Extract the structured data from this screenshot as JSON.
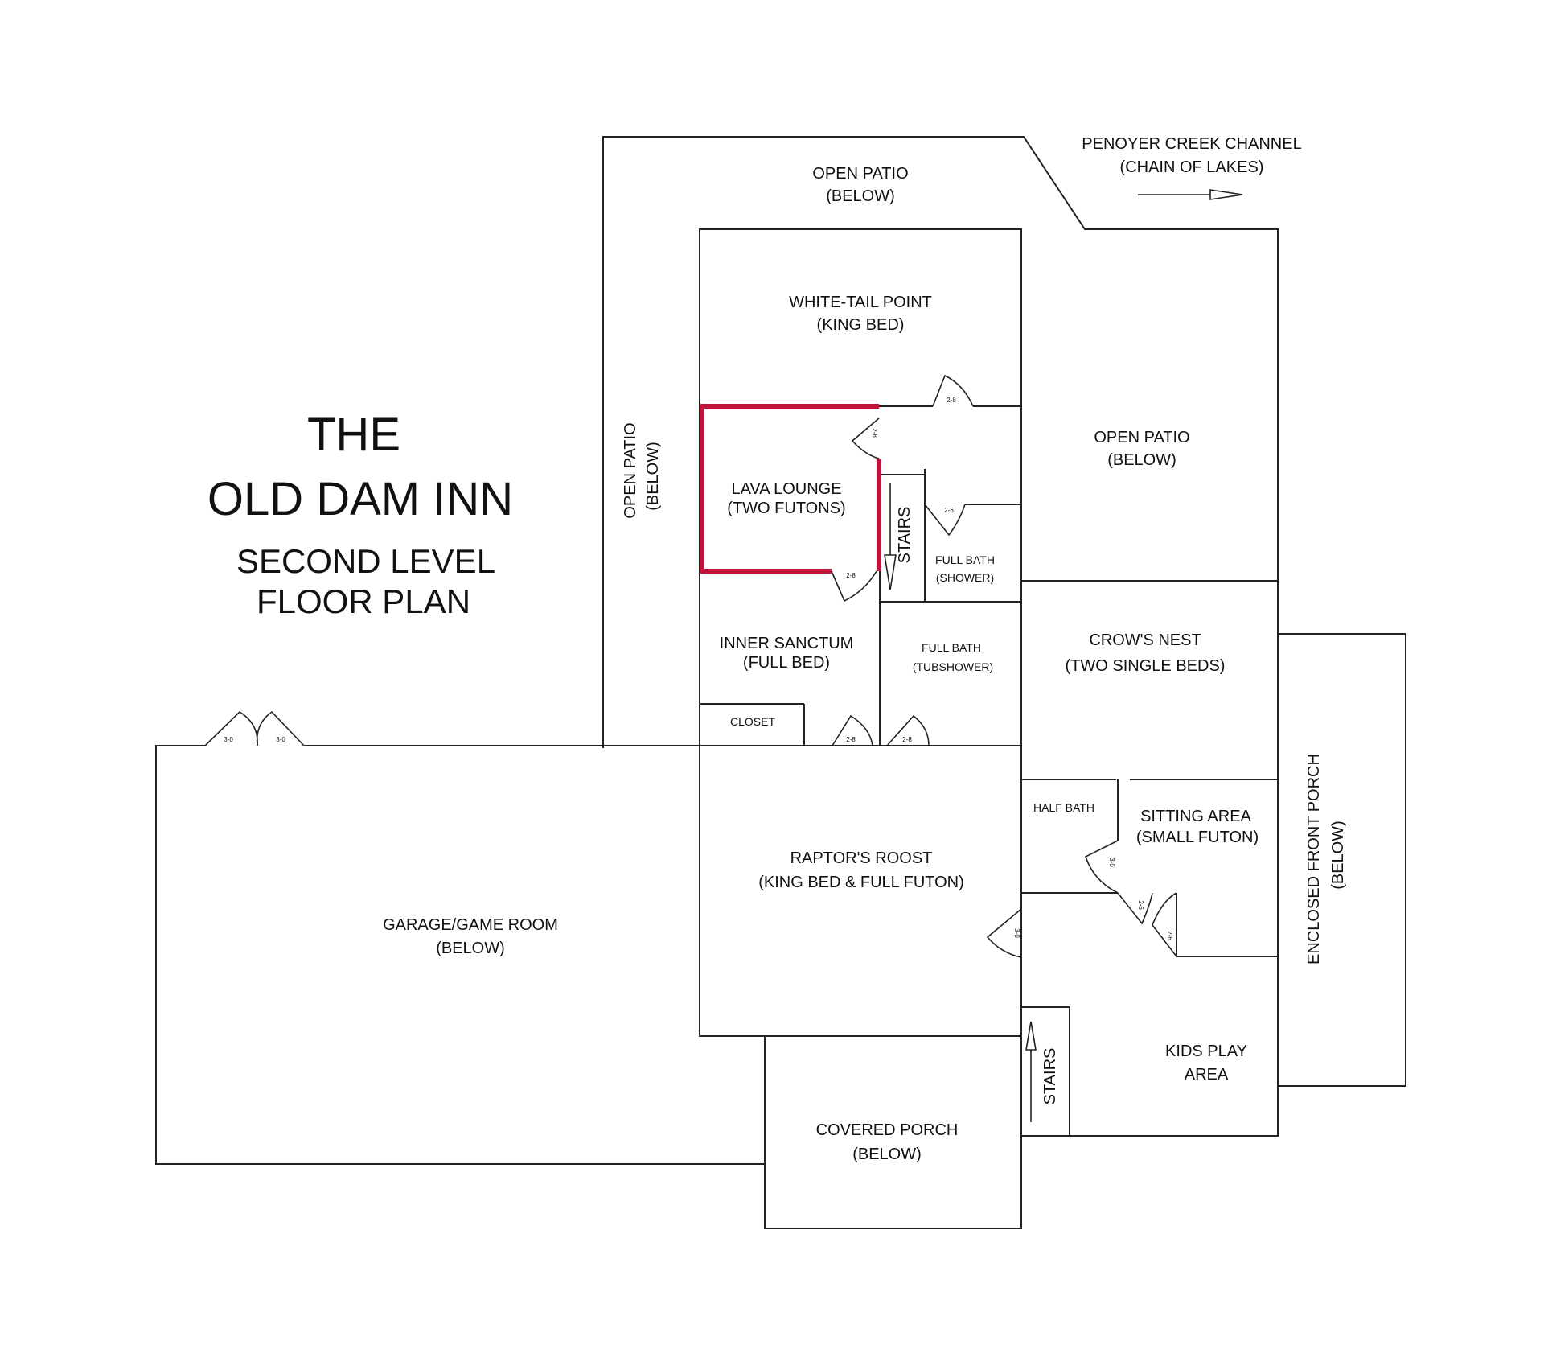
{
  "title": {
    "line1": "THE",
    "line2": "OLD DAM INN",
    "line3": "SECOND LEVEL",
    "line4": "FLOOR PLAN"
  },
  "highlight_color": "#c2143a",
  "direction": {
    "line1": "PENOYER CREEK CHANNEL",
    "line2": "(CHAIN OF LAKES)",
    "arrow": "right-arrow"
  },
  "rooms": {
    "open_patio_top": {
      "line1": "OPEN PATIO",
      "line2": "(BELOW)"
    },
    "open_patio_left": {
      "line1": "OPEN PATIO",
      "line2": "(BELOW)"
    },
    "open_patio_right": {
      "line1": "OPEN PATIO",
      "line2": "(BELOW)"
    },
    "white_tail_point": {
      "line1": "WHITE-TAIL POINT",
      "line2": "(KING BED)"
    },
    "lava_lounge": {
      "line1": "LAVA LOUNGE",
      "line2": "(TWO FUTONS)"
    },
    "stairs_upper": {
      "label": "STAIRS"
    },
    "full_bath_shower": {
      "line1": "FULL BATH",
      "line2": "(SHOWER)"
    },
    "inner_sanctum": {
      "line1": "INNER SANCTUM",
      "line2": "(FULL BED)"
    },
    "full_bath_tub": {
      "line1": "FULL BATH",
      "line2": "(TUBSHOWER)"
    },
    "closet": {
      "label": "CLOSET"
    },
    "crows_nest": {
      "line1": "CROW'S NEST",
      "line2": "(TWO SINGLE BEDS)"
    },
    "half_bath": {
      "label": "HALF BATH"
    },
    "sitting_area": {
      "line1": "SITTING AREA",
      "line2": "(SMALL FUTON)"
    },
    "raptors_roost": {
      "line1": "RAPTOR'S ROOST",
      "line2": "(KING BED & FULL FUTON)"
    },
    "garage": {
      "line1": "GARAGE/GAME ROOM",
      "line2": "(BELOW)"
    },
    "covered_porch": {
      "line1": "COVERED PORCH",
      "line2": "(BELOW)"
    },
    "stairs_lower": {
      "label": "STAIRS"
    },
    "kids_play": {
      "line1": "KIDS PLAY",
      "line2": "AREA"
    },
    "enclosed_porch": {
      "line1": "ENCLOSED FRONT PORCH",
      "line2": "(BELOW)"
    }
  },
  "door_sizes": {
    "garage_a": "3-0",
    "garage_b": "3-0",
    "white_tail": "2-8",
    "lava_top": "2-8",
    "lava_bottom": "2-8",
    "full_bath_shower": "2-6",
    "inner_sanctum": "2-8",
    "full_bath_tub": "2-8",
    "half_bath": "3-0",
    "sitting_a": "2-6",
    "sitting_b": "2-6",
    "raptor": "3-0"
  }
}
